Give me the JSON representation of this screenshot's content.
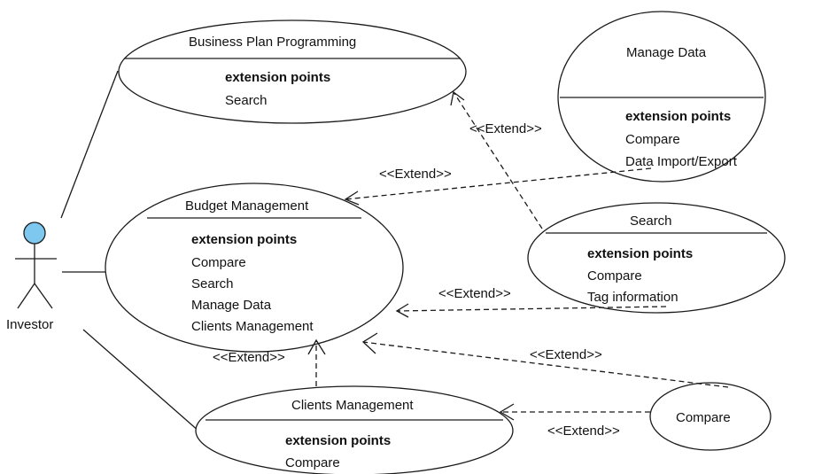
{
  "actor": {
    "name": "Investor"
  },
  "use_cases": {
    "business_plan": {
      "title": "Business Plan Programming",
      "ext_heading": "extension points",
      "ext_points": [
        "Search"
      ]
    },
    "manage_data": {
      "title": "Manage Data",
      "ext_heading": "extension points",
      "ext_points": [
        "Compare",
        "Data Import/Export"
      ]
    },
    "budget": {
      "title": "Budget Management",
      "ext_heading": "extension points",
      "ext_points": [
        "Compare",
        "Search",
        "Manage Data",
        "Clients Management"
      ]
    },
    "search": {
      "title": "Search",
      "ext_heading": "extension points",
      "ext_points": [
        "Compare",
        "Tag information"
      ]
    },
    "clients": {
      "title": "Clients Management",
      "ext_heading": "extension points",
      "ext_points": [
        "Compare"
      ]
    },
    "compare": {
      "title": "Compare"
    }
  },
  "relations": {
    "search_to_business": "<<Extend>>",
    "manage_to_budget": "<<Extend>>",
    "search_to_budget": "<<Extend>>",
    "compare_to_budget": "<<Extend>>",
    "clients_to_budget": "<<Extend>>",
    "compare_to_clients": "<<Extend>>"
  },
  "colors": {
    "line": "#1a1a1a",
    "actor_head": "#7ec8ef"
  }
}
